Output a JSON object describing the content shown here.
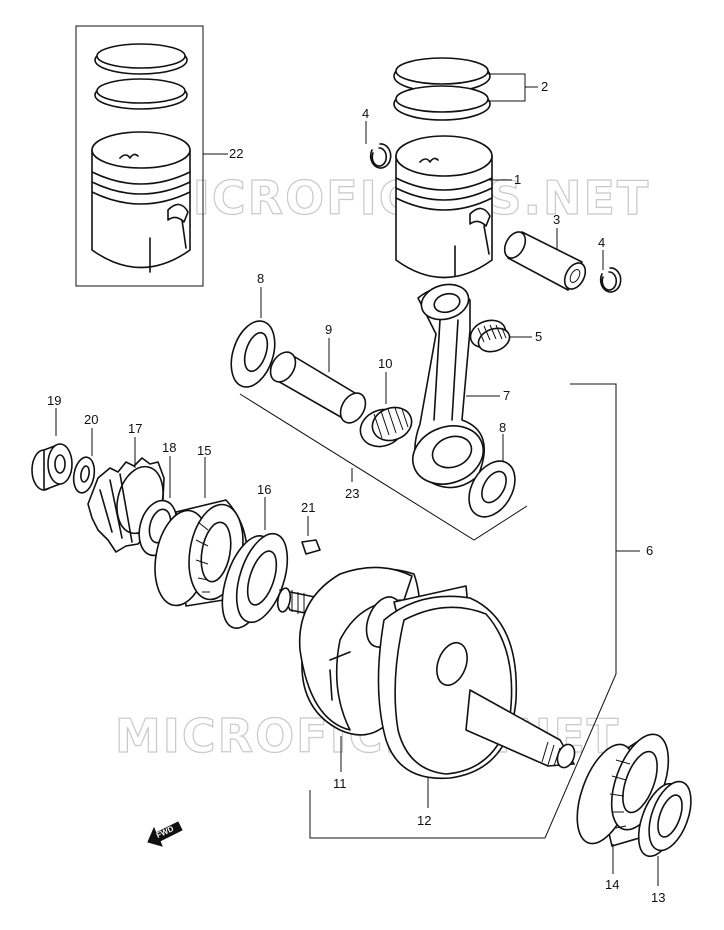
{
  "watermark": {
    "top": "MICROFICHES.NET",
    "bottom": "MICROFICHES.NET"
  },
  "fwd_label": "FWD",
  "callouts": {
    "c1": "1",
    "c2": "2",
    "c3": "3",
    "c4a": "4",
    "c4b": "4",
    "c5": "5",
    "c6": "6",
    "c7": "7",
    "c8a": "8",
    "c8b": "8",
    "c9": "9",
    "c10": "10",
    "c11": "11",
    "c12": "12",
    "c13": "13",
    "c14": "14",
    "c15": "15",
    "c16": "16",
    "c17": "17",
    "c18": "18",
    "c19": "19",
    "c20": "20",
    "c21": "21",
    "c22": "22",
    "c23": "23"
  }
}
